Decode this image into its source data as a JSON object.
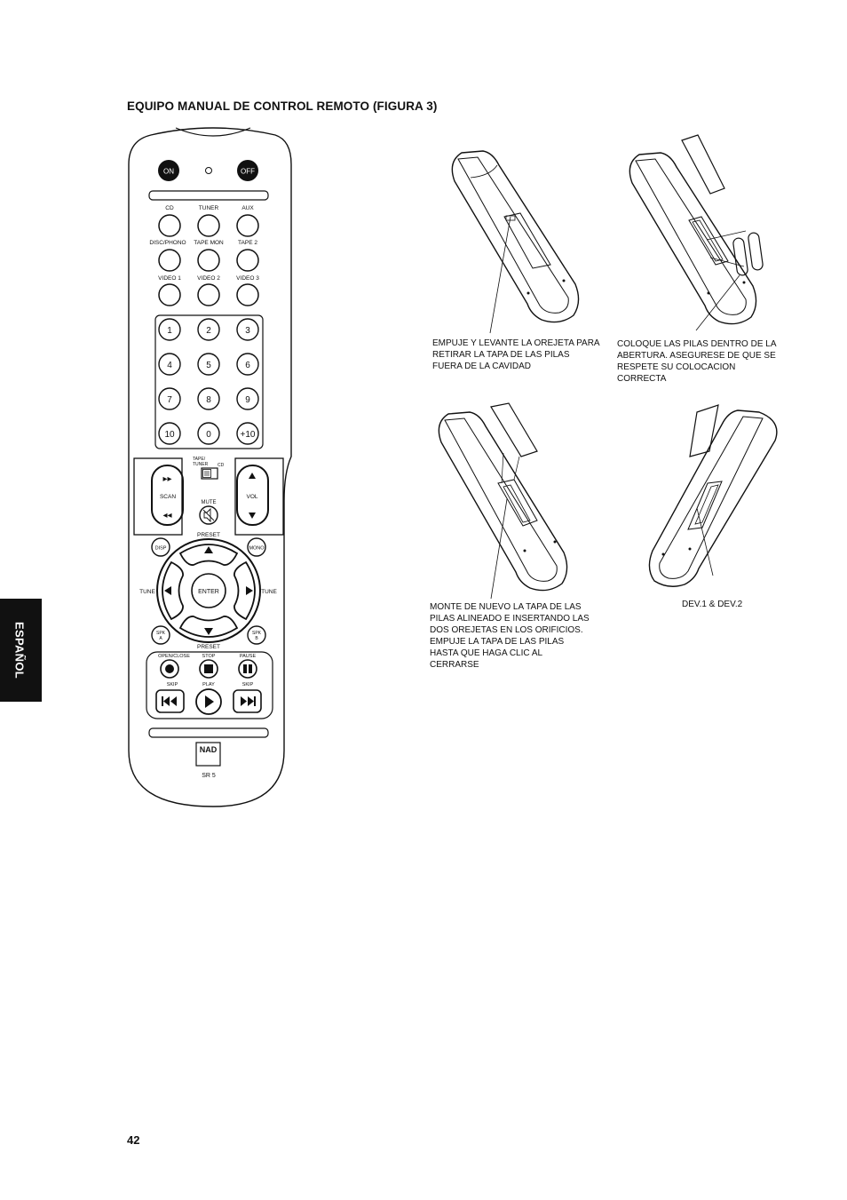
{
  "title": "EQUIPO MANUAL DE CONTROL REMOTO (FIGURA 3)",
  "side_tab": "ESPAÑOL",
  "page_number": "42",
  "captions": {
    "step1": "EMPUJE Y LEVANTE LA OREJETA PARA RETIRAR LA TAPA DE LAS PILAS FUERA DE LA CAVIDAD",
    "step2": "COLOQUE LAS PILAS DENTRO DE LA ABERTURA. ASEGURESE DE QUE SE RESPETE SU COLOCACION CORRECTA",
    "step3": "MONTE DE NUEVO LA TAPA DE LAS PILAS ALINEADO E INSERTANDO LAS DOS OREJETAS EN LOS ORIFICIOS. EMPUJE LA TAPA DE LAS PILAS HASTA QUE HAGA CLIC AL CERRARSE",
    "step4": "DEV.1 & DEV.2"
  },
  "remote": {
    "power": {
      "on": "ON",
      "off": "OFF"
    },
    "source_labels": {
      "row1": [
        "CD",
        "TUNER",
        "AUX"
      ],
      "row2": [
        "DISC/PHONO",
        "TAPE MON",
        "TAPE 2"
      ],
      "row3": [
        "VIDEO 1",
        "VIDEO 2",
        "VIDEO 3"
      ]
    },
    "keypad": [
      "1",
      "2",
      "3",
      "4",
      "5",
      "6",
      "7",
      "8",
      "9",
      "10",
      "0",
      "+10"
    ],
    "tape_tuner_label_1": "TAPE/",
    "tape_tuner_label_2": "TUNER",
    "cd_label": "CD",
    "scan": "SCAN",
    "vol": "VOL",
    "mute": "MUTE",
    "preset": "PRESET",
    "disp": "DISP",
    "mono": "MONO",
    "tune_left": "TUNE",
    "tune_right": "TUNE",
    "enter": "ENTER",
    "spk_a_1": "SPK",
    "spk_a_2": "A",
    "spk_b_1": "SPK",
    "spk_b_2": "B",
    "preset_bottom": "PRESET",
    "transport_labels": [
      "OPEN/CLOSE",
      "STOP",
      "PAUSE"
    ],
    "skip_left": "SKIP",
    "play": "PLAY",
    "skip_right": "SKIP",
    "brand": "NAD",
    "model": "SR 5"
  }
}
